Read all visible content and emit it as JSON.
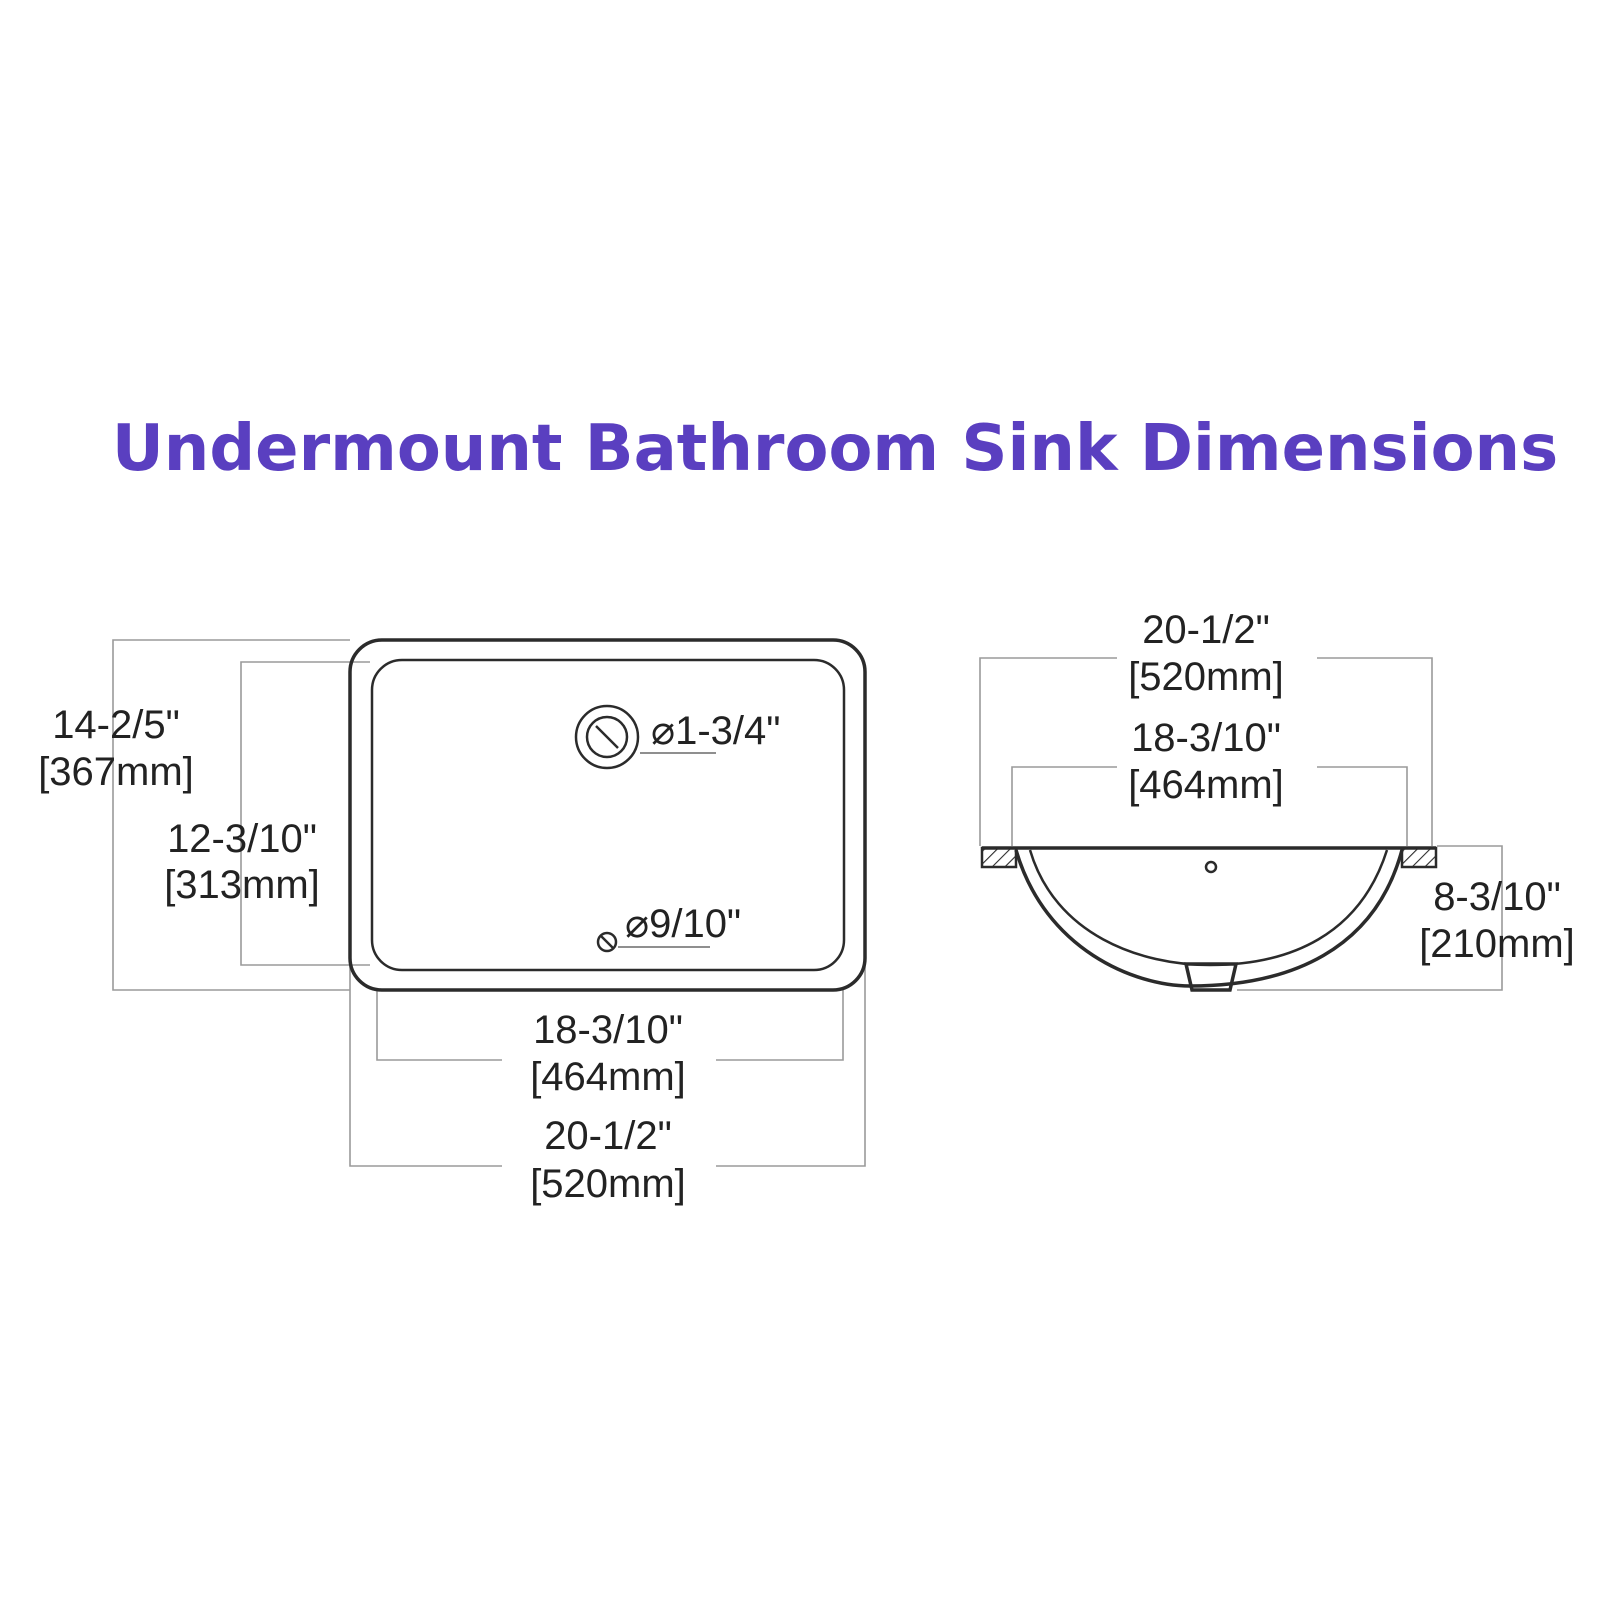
{
  "title": "Undermount Bathroom Sink Dimensions",
  "colors": {
    "title": "#5a3fc0",
    "lines": "#2b2b2b",
    "dimension_lines": "#9a9a9a",
    "background": "#ffffff"
  },
  "top_view": {
    "overall_depth": {
      "inches": "14-2/5\"",
      "mm": "[367mm]"
    },
    "inner_depth": {
      "inches": "12-3/10\"",
      "mm": "[313mm]"
    },
    "inner_width": {
      "inches": "18-3/10\"",
      "mm": "[464mm]"
    },
    "overall_width": {
      "inches": "20-1/2\"",
      "mm": "[520mm]"
    },
    "drain_diameter": "⌀1-3/4\"",
    "overflow_diameter": "⌀9/10\""
  },
  "side_view": {
    "overall_width": {
      "inches": "20-1/2\"",
      "mm": "[520mm]"
    },
    "inner_width": {
      "inches": "18-3/10\"",
      "mm": "[464mm]"
    },
    "height": {
      "inches": "8-3/10\"",
      "mm": "[210mm]"
    }
  }
}
